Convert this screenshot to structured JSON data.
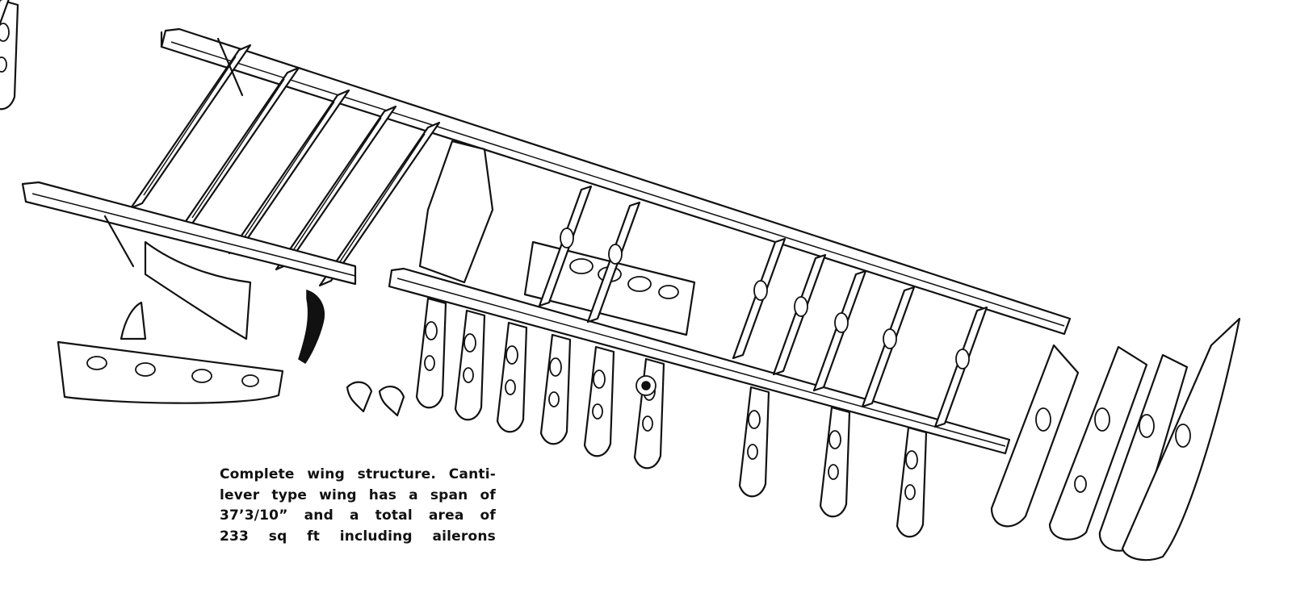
{
  "caption": {
    "lines": [
      "Complete wing structure. Canti-",
      "lever type wing has a span of",
      "37’3/10” and a total area of",
      "233 sq ft including ailerons"
    ]
  }
}
